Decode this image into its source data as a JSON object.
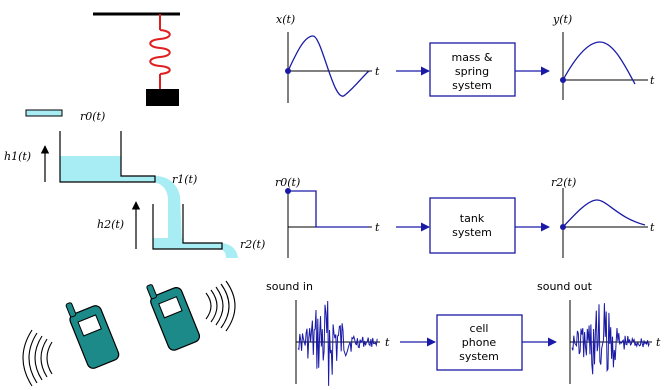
{
  "colors": {
    "navy": "#1a1aa6",
    "spring": "#e02020",
    "water": "#a8ecf4",
    "phone": "#1d8a8a",
    "ink": "#000000"
  },
  "row1": {
    "input_label": "x(t)",
    "output_label": "y(t)",
    "t_in": "t",
    "t_out": "t",
    "box_lines": [
      "mass &",
      "spring",
      "system"
    ]
  },
  "row2": {
    "tank_labels": {
      "r0": "r0(t)",
      "h1": "h1(t)",
      "r1": "r1(t)",
      "h2": "h2(t)",
      "r2": "r2(t)"
    },
    "input_label": "r0(t)",
    "output_label": "r2(t)",
    "t_in": "t",
    "t_out": "t",
    "box_lines": [
      "tank",
      "system"
    ]
  },
  "row3": {
    "input_label": "sound in",
    "output_label": "sound out",
    "t_in": "t",
    "t_out": "t",
    "box_lines": [
      "cell",
      "phone",
      "system"
    ]
  }
}
